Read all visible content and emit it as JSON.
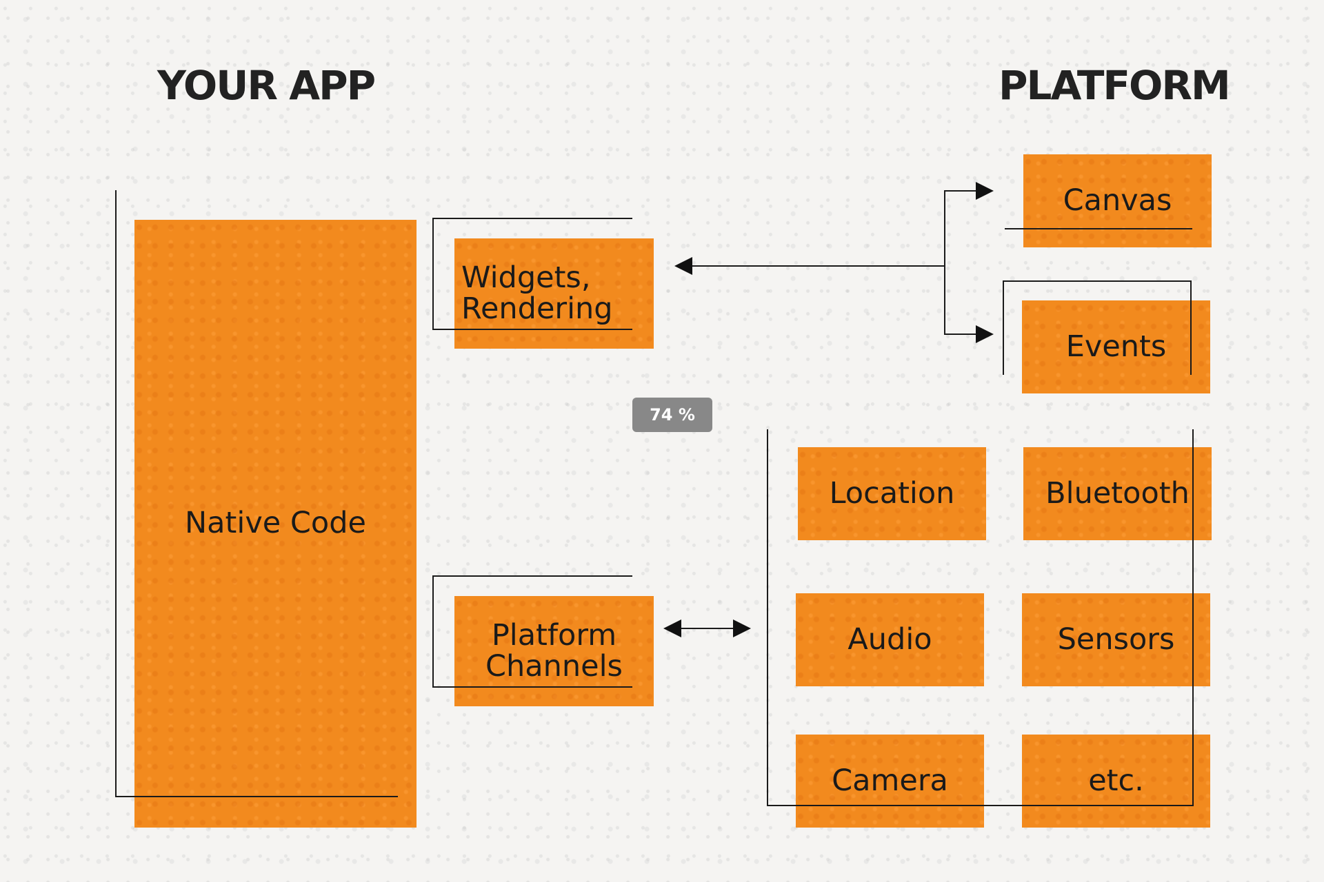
{
  "headings": {
    "left": "YOUR APP",
    "right": "PLATFORM"
  },
  "app_boxes": {
    "native": "Native Code",
    "widgets_line1": "Widgets,",
    "widgets_line2": "Rendering",
    "channels_line1": "Platform",
    "channels_line2": "Channels"
  },
  "platform_boxes": {
    "canvas": "Canvas",
    "events": "Events",
    "location": "Location",
    "bluetooth": "Bluetooth",
    "audio": "Audio",
    "sensors": "Sensors",
    "camera": "Camera",
    "etc": "etc."
  },
  "zoom_badge": "74 %",
  "colors": {
    "box_fill": "#f28a1e",
    "text": "#1a1a1a",
    "background": "#f5f4f2",
    "badge": "#888888"
  }
}
